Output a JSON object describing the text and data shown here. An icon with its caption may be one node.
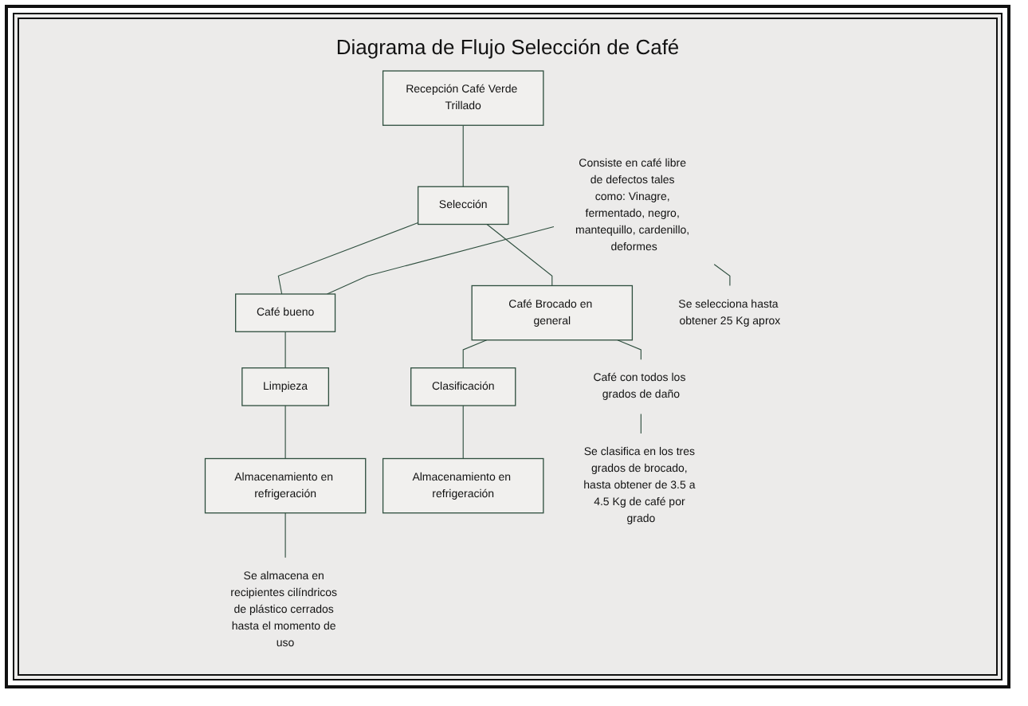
{
  "diagram": {
    "title": "Diagrama de Flujo Selección de Café",
    "nodes": [
      {
        "text": [
          "Recepción Café Verde Trillado"
        ]
      },
      {
        "text": [
          "Selección"
        ]
      },
      {
        "text": [
          "Café bueno"
        ]
      },
      {
        "text": [
          "Café Brocado en general"
        ]
      },
      {
        "text": [
          "Limpieza"
        ]
      },
      {
        "text": [
          "Clasificación"
        ]
      },
      {
        "text": [
          "Almacenamiento en refrigeración"
        ]
      },
      {
        "text": [
          "Almacenamiento en refrigeración"
        ]
      },
      {
        "text": [
          "Consiste en café libre de defectos tales como: Vinagre, fermentado, negro, mantequillo, cardenillo, deformes"
        ]
      },
      {
        "text": [
          "Se selecciona hasta obtener 25 Kg aprox"
        ]
      },
      {
        "text": [
          "Se almacena en recipientes cilíndricos de plástico cerrados hasta el momento de uso"
        ]
      },
      {
        "text": [
          "Café con todos los grados de daño"
        ]
      },
      {
        "text": [
          "Se clasifica en los tres grados de brocado, hasta obtener de 3.5 a 4.5 Kg de café por grado"
        ]
      }
    ],
    "edges": [
      {
        "from": 0,
        "to": 1,
        "arrow": "none"
      },
      {
        "from": 1,
        "to": 2,
        "arrow": "none"
      },
      {
        "from": 1,
        "to": 3,
        "arrow": "none"
      },
      {
        "from": 2,
        "to": 4,
        "arrow": "none"
      },
      {
        "from": 4,
        "to": 6,
        "arrow": "none"
      },
      {
        "from": 3,
        "to": 5,
        "arrow": "none"
      },
      {
        "from": 5,
        "to": 7,
        "arrow": "none"
      },
      {
        "from": 8,
        "to": 2,
        "arrow": "none"
      },
      {
        "from": 8,
        "to": 9,
        "arrow": "none"
      },
      {
        "from": 6,
        "to": 10,
        "arrow": "none"
      },
      {
        "from": 3,
        "to": 11,
        "arrow": "none"
      },
      {
        "from": 11,
        "to": 12,
        "arrow": "none"
      }
    ]
  }
}
